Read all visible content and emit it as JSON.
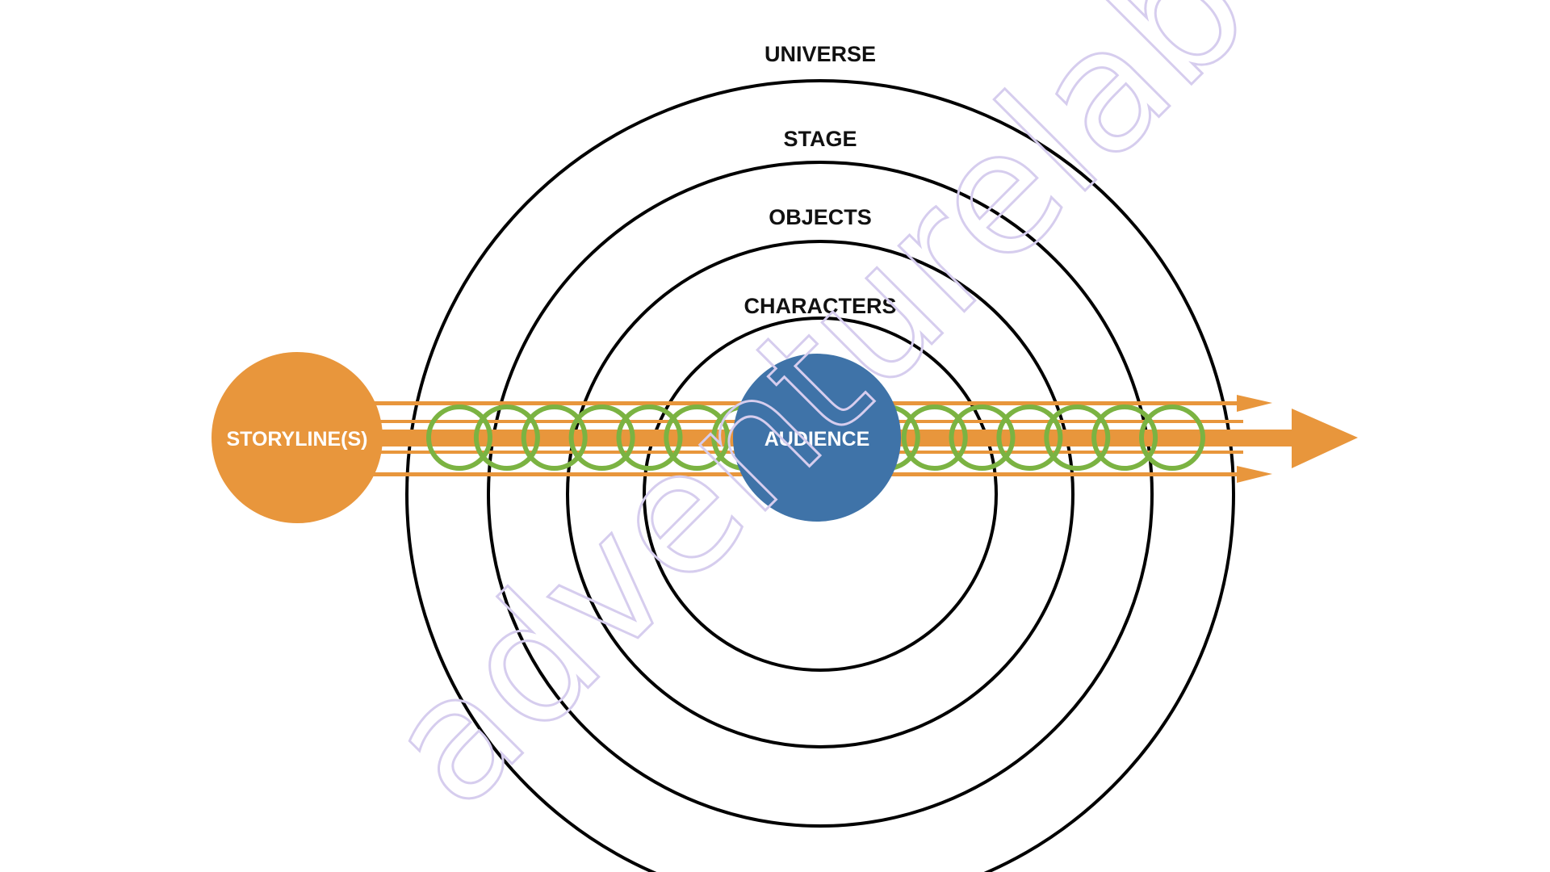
{
  "diagram": {
    "rings": [
      {
        "label": "UNIVERSE"
      },
      {
        "label": "STAGE"
      },
      {
        "label": "OBJECTS"
      },
      {
        "label": "CHARACTERS"
      }
    ],
    "source_node": {
      "label": "STORYLINE(S)"
    },
    "center_node": {
      "label": "AUDIENCE"
    },
    "watermark": "adventurelab",
    "ring_link_count": 16,
    "colors": {
      "ring": "#000000",
      "arrow": "#e8963c",
      "source": "#e8963c",
      "center": "#3f73a8",
      "links": "#7bb342",
      "watermark": "#d6cdee"
    }
  }
}
